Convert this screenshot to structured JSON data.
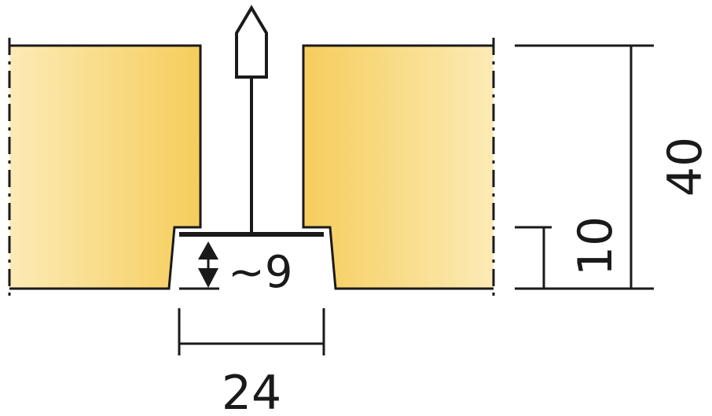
{
  "dimensions": {
    "total_height": "40",
    "lower_height": "10",
    "grid_width": "24",
    "recess_depth": "~9"
  },
  "colors": {
    "panel_light": "#fcebb6",
    "panel_dark": "#f6cd5c",
    "line": "#1a1a1a"
  }
}
